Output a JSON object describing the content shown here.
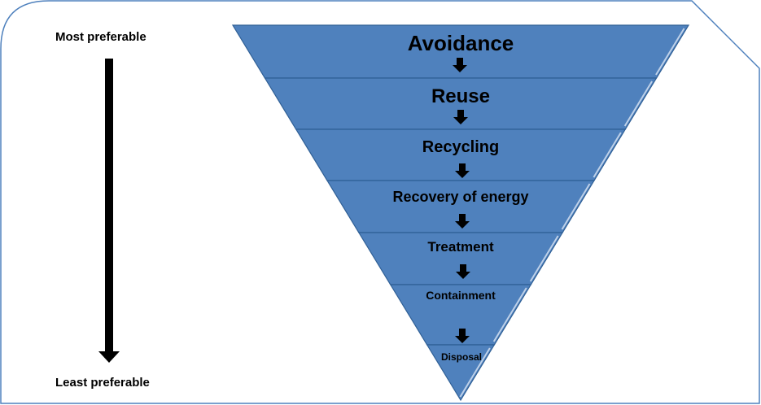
{
  "preference_scale": {
    "top_label": "Most preferable",
    "bottom_label": "Least preferable"
  },
  "hierarchy": {
    "tiers": [
      {
        "label": "Avoidance"
      },
      {
        "label": "Reuse"
      },
      {
        "label": "Recycling"
      },
      {
        "label": "Recovery of energy"
      },
      {
        "label": "Treatment"
      },
      {
        "label": "Containment"
      },
      {
        "label": "Disposal"
      }
    ]
  },
  "colors": {
    "tier_fill": "#4f81bd",
    "tier_stroke": "#2f5f95",
    "frame_stroke": "#4f81bd",
    "arrow": "#000000",
    "text": "#000000"
  }
}
